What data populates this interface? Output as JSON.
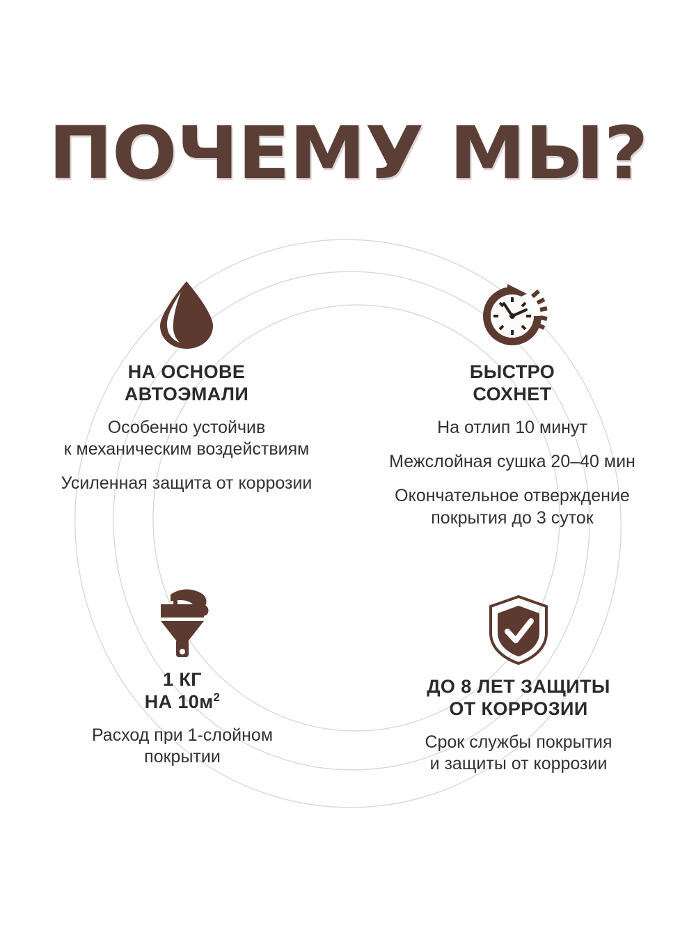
{
  "page": {
    "title": "ПОЧЕМУ МЫ?",
    "background_color": "#ffffff",
    "brand_brown": "#5d3a30",
    "title_brown": "#5b3f36",
    "text_color": "#2b2b2b",
    "ring_color": "#d9d9d9"
  },
  "features": [
    {
      "id": "enamel",
      "icon": "droplet-icon",
      "heading": "НА ОСНОВЕ\nАВТОЭМАЛИ",
      "lines": [
        "Особенно устойчив\nк механическим воздействиям",
        "Усиленная защита от коррозии"
      ]
    },
    {
      "id": "drying",
      "icon": "clock-arrow-icon",
      "heading": "БЫСТРО\nСОХНЕТ",
      "lines": [
        "На отлип 10 минут",
        "Межслойная сушка 20–40 мин",
        "Окончательное отверждение\nпокрытия до 3 суток"
      ]
    },
    {
      "id": "usage",
      "icon": "paint-brush-icon",
      "heading": "1 КГ\nНА 10м²",
      "lines": [
        "Расход при 1-слойном\nпокрытии"
      ]
    },
    {
      "id": "rust",
      "icon": "shield-check-icon",
      "heading": "ДО 8 ЛЕТ ЗАЩИТЫ\nОТ КОРРОЗИИ",
      "lines": [
        "Срок службы покрытия\nи защиты от коррозии"
      ]
    }
  ]
}
